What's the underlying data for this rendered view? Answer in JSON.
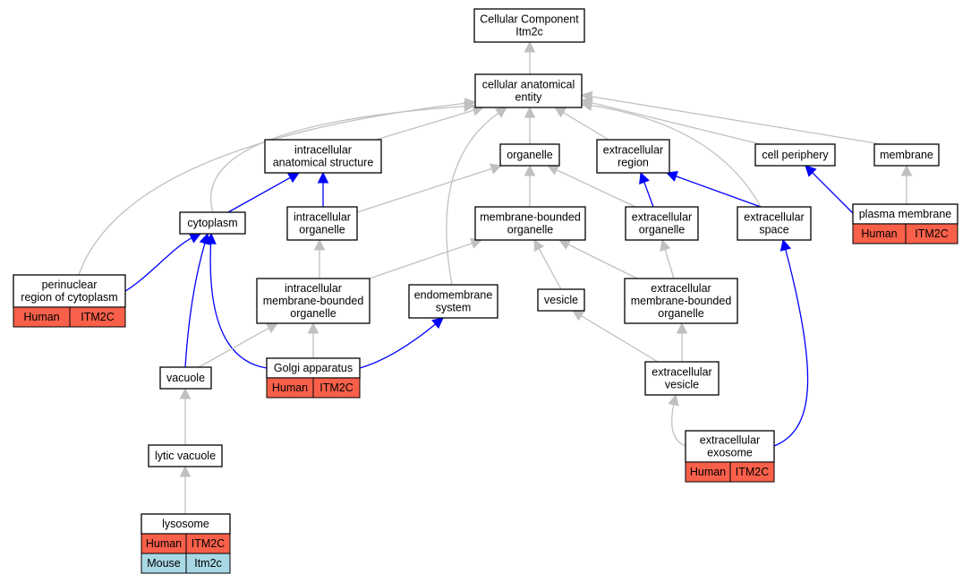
{
  "colors": {
    "is_a_edge": "#c0c0c0",
    "part_of_edge": "#0000ff",
    "human_annotation": "#f9604a",
    "mouse_annotation": "#a8d8e4"
  },
  "nodes": {
    "cellular_component": [
      "Cellular Component",
      "Itm2c"
    ],
    "cellular_anatomical_entity": [
      "cellular anatomical",
      "entity"
    ],
    "intracellular_anatomical_structure": [
      "intracellular",
      "anatomical structure"
    ],
    "organelle": [
      "organelle"
    ],
    "extracellular_region": [
      "extracellular",
      "region"
    ],
    "cell_periphery": [
      "cell periphery"
    ],
    "membrane": [
      "membrane"
    ],
    "cytoplasm": [
      "cytoplasm"
    ],
    "intracellular_organelle": [
      "intracellular",
      "organelle"
    ],
    "membrane_bounded_organelle": [
      "membrane-bounded",
      "organelle"
    ],
    "extracellular_organelle": [
      "extracellular",
      "organelle"
    ],
    "extracellular_space": [
      "extracellular",
      "space"
    ],
    "plasma_membrane": [
      "plasma membrane"
    ],
    "perinuclear_region": [
      "perinuclear",
      "region of cytoplasm"
    ],
    "intracellular_membrane_bounded_organelle": [
      "intracellular",
      "membrane-bounded",
      "organelle"
    ],
    "endomembrane_system": [
      "endomembrane",
      "system"
    ],
    "vesicle": [
      "vesicle"
    ],
    "extracellular_membrane_bounded_organelle": [
      "extracellular",
      "membrane-bounded",
      "organelle"
    ],
    "vacuole": [
      "vacuole"
    ],
    "golgi_apparatus": [
      "Golgi apparatus"
    ],
    "extracellular_vesicle": [
      "extracellular",
      "vesicle"
    ],
    "lytic_vacuole": [
      "lytic vacuole"
    ],
    "extracellular_exosome": [
      "extracellular",
      "exosome"
    ],
    "lysosome": [
      "lysosome"
    ]
  },
  "annotations": {
    "plasma_membrane": [
      [
        "Human",
        "ITM2C"
      ]
    ],
    "perinuclear_region": [
      [
        "Human",
        "ITM2C"
      ]
    ],
    "golgi_apparatus": [
      [
        "Human",
        "ITM2C"
      ]
    ],
    "extracellular_exosome": [
      [
        "Human",
        "ITM2C"
      ]
    ],
    "lysosome": [
      [
        "Human",
        "ITM2C"
      ],
      [
        "Mouse",
        "Itm2c"
      ]
    ]
  },
  "edges": [
    [
      "cellular_anatomical_entity",
      "cellular_component",
      "is_a"
    ],
    [
      "intracellular_anatomical_structure",
      "cellular_anatomical_entity",
      "is_a"
    ],
    [
      "organelle",
      "cellular_anatomical_entity",
      "is_a"
    ],
    [
      "extracellular_region",
      "cellular_anatomical_entity",
      "is_a"
    ],
    [
      "cell_periphery",
      "cellular_anatomical_entity",
      "is_a"
    ],
    [
      "membrane",
      "cellular_anatomical_entity",
      "is_a"
    ],
    [
      "cytoplasm",
      "cellular_anatomical_entity",
      "is_a"
    ],
    [
      "perinuclear_region",
      "cellular_anatomical_entity",
      "is_a"
    ],
    [
      "endomembrane_system",
      "cellular_anatomical_entity",
      "is_a"
    ],
    [
      "extracellular_space",
      "cellular_anatomical_entity",
      "is_a"
    ],
    [
      "cytoplasm",
      "intracellular_anatomical_structure",
      "part_of"
    ],
    [
      "intracellular_organelle",
      "intracellular_anatomical_structure",
      "part_of"
    ],
    [
      "intracellular_organelle",
      "organelle",
      "is_a"
    ],
    [
      "membrane_bounded_organelle",
      "organelle",
      "is_a"
    ],
    [
      "extracellular_organelle",
      "organelle",
      "is_a"
    ],
    [
      "extracellular_organelle",
      "extracellular_region",
      "part_of"
    ],
    [
      "extracellular_space",
      "extracellular_region",
      "part_of"
    ],
    [
      "plasma_membrane",
      "cell_periphery",
      "part_of"
    ],
    [
      "plasma_membrane",
      "membrane",
      "is_a"
    ],
    [
      "perinuclear_region",
      "cytoplasm",
      "part_of"
    ],
    [
      "vacuole",
      "cytoplasm",
      "part_of"
    ],
    [
      "golgi_apparatus",
      "cytoplasm",
      "part_of"
    ],
    [
      "intracellular_membrane_bounded_organelle",
      "intracellular_organelle",
      "is_a"
    ],
    [
      "intracellular_membrane_bounded_organelle",
      "membrane_bounded_organelle",
      "is_a"
    ],
    [
      "vesicle",
      "membrane_bounded_organelle",
      "is_a"
    ],
    [
      "extracellular_membrane_bounded_organelle",
      "membrane_bounded_organelle",
      "is_a"
    ],
    [
      "extracellular_membrane_bounded_organelle",
      "extracellular_organelle",
      "is_a"
    ],
    [
      "extracellular_exosome",
      "extracellular_space",
      "part_of"
    ],
    [
      "vacuole",
      "intracellular_membrane_bounded_organelle",
      "is_a"
    ],
    [
      "golgi_apparatus",
      "intracellular_membrane_bounded_organelle",
      "is_a"
    ],
    [
      "golgi_apparatus",
      "endomembrane_system",
      "part_of"
    ],
    [
      "extracellular_vesicle",
      "vesicle",
      "is_a"
    ],
    [
      "extracellular_vesicle",
      "extracellular_membrane_bounded_organelle",
      "is_a"
    ],
    [
      "lytic_vacuole",
      "vacuole",
      "is_a"
    ],
    [
      "extracellular_exosome",
      "extracellular_vesicle",
      "is_a"
    ],
    [
      "lysosome",
      "lytic_vacuole",
      "is_a"
    ]
  ]
}
